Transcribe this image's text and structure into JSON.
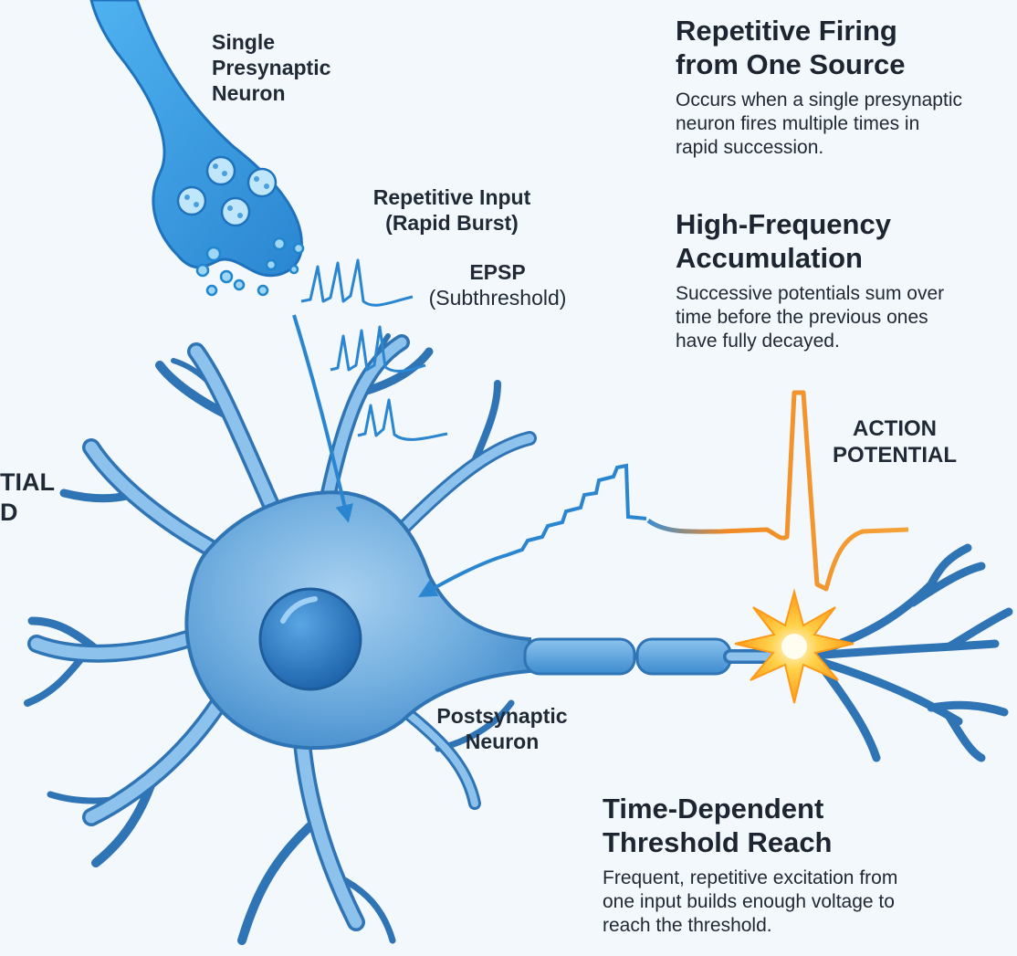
{
  "labels": {
    "presynaptic": [
      "Single",
      "Presynaptic",
      "Neuron"
    ],
    "repetitive_input": [
      "Repetitive Input",
      "(Rapid Burst)"
    ],
    "epsp_title": "EPSP",
    "epsp_sub": "(Subthreshold)",
    "action_potential": [
      "ACTION",
      "POTENTIAL"
    ],
    "postsynaptic": [
      "Postsynaptic",
      "Neuron"
    ],
    "left_cut": [
      "TIAL",
      "D"
    ]
  },
  "sections": [
    {
      "title": [
        "Repetitive Firing",
        "from One Source"
      ],
      "body": [
        "Occurs when a single presynaptic",
        "neuron fires multiple times in",
        "rapid succession."
      ]
    },
    {
      "title": [
        "High-Frequency",
        "Accumulation"
      ],
      "body": [
        "Successive potentials sum over",
        "time before the previous ones",
        "have fully decayed."
      ]
    },
    {
      "title": [
        "Time-Dependent",
        "Threshold Reach"
      ],
      "body": [
        "Frequent, repetitive excitation from",
        "one input builds enough voltage to",
        "reach the threshold."
      ]
    }
  ],
  "colors": {
    "neuron_fill": "#6aa8dc",
    "neuron_stroke": "#2f74b5",
    "nucleus": "#2e7cc5",
    "arrow": "#2a86d1",
    "action_potential": "#f08a24",
    "spark": "#ffb21a",
    "background": "#f3f8fc"
  }
}
